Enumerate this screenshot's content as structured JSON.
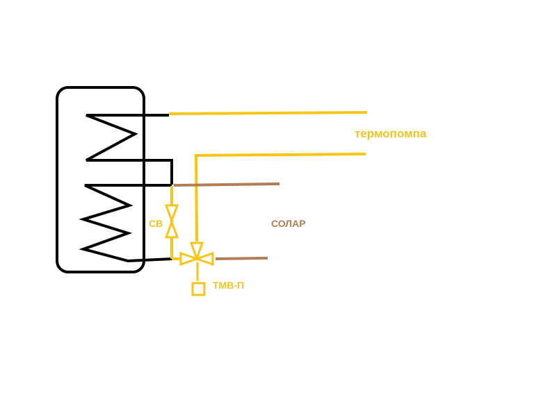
{
  "labels": {
    "heat_pump": "термопомпа",
    "check_valve": "СВ",
    "solar": "СОЛАР",
    "mixing_valve": "ТМВ-П"
  },
  "colors": {
    "tank": "#000000",
    "heat_pump_line": "#f5c518",
    "solar_line": "#b07d55",
    "heat_pump_text": "#f0c520",
    "solar_text": "#b07d55"
  }
}
